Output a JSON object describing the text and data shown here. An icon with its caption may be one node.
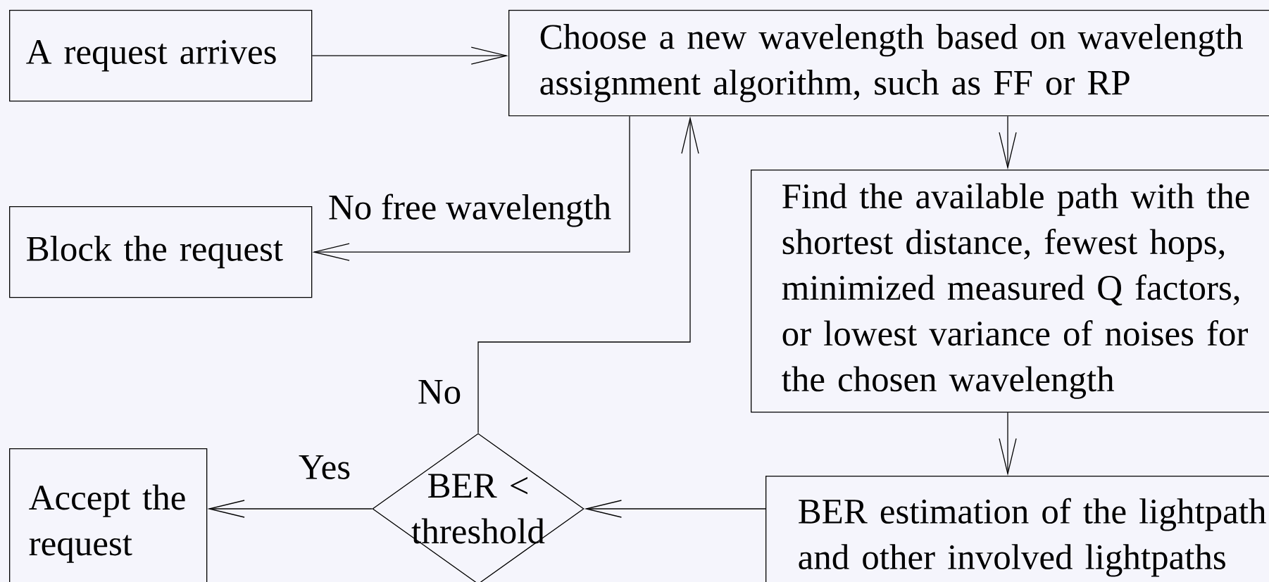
{
  "diagram": {
    "nodes": [
      {
        "text": [
          "A request arrives"
        ]
      },
      {
        "text": [
          "Choose a new wavelength based on wavelength assignment algorithm, such as FF or RP"
        ]
      },
      {
        "text": [
          "Block the request"
        ]
      },
      {
        "text": [
          "Find the available path with the shortest distance, fewest hops, minimized measured Q factors, or lowest variance of noises for the chosen wavelength"
        ]
      },
      {
        "text": [
          "BER estimation of the lightpath and other involved lightpaths"
        ]
      },
      {
        "text": [
          "BER < threshold"
        ]
      },
      {
        "text": [
          "Accept the request"
        ]
      }
    ],
    "edges": [
      {
        "from": 0,
        "to": 1,
        "arrow": "to"
      },
      {
        "from": 1,
        "to": 2,
        "arrow": "to",
        "label": "No free wavelength"
      },
      {
        "from": 1,
        "to": 3,
        "arrow": "to"
      },
      {
        "from": 3,
        "to": 4,
        "arrow": "to"
      },
      {
        "from": 4,
        "to": 5,
        "arrow": "to"
      },
      {
        "from": 5,
        "to": 6,
        "arrow": "to",
        "label": "Yes"
      },
      {
        "from": 5,
        "to": 1,
        "arrow": "to",
        "label": "No"
      }
    ]
  }
}
